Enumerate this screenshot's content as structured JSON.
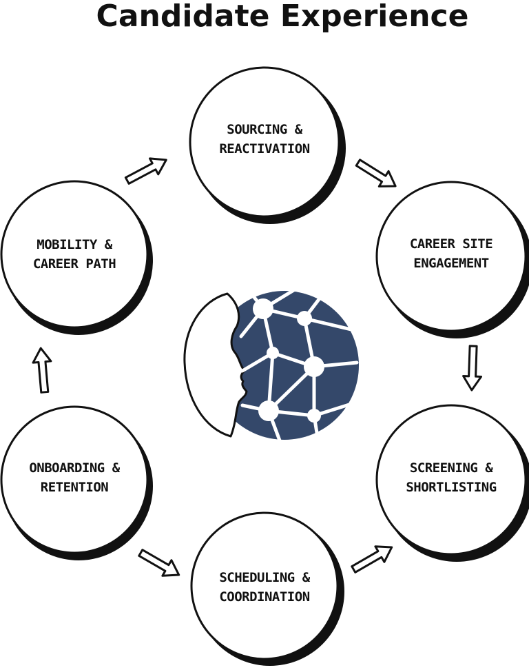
{
  "title": "Candidate Experience",
  "stages": [
    {
      "id": "sourcing",
      "line1": "SOURCING &",
      "line2": "REACTIVATION"
    },
    {
      "id": "career-site",
      "line1": "CAREER SITE",
      "line2": "ENGAGEMENT"
    },
    {
      "id": "screening",
      "line1": "SCREENING &",
      "line2": "SHORTLISTING"
    },
    {
      "id": "scheduling",
      "line1": "SCHEDULING &",
      "line2": "COORDINATION"
    },
    {
      "id": "onboarding",
      "line1": "ONBOARDING &",
      "line2": "RETENTION"
    },
    {
      "id": "mobility",
      "line1": "MOBILITY &",
      "line2": "CAREER PATH"
    }
  ],
  "center_icon": "ai-network-head-icon",
  "colors": {
    "accent": "#34486a",
    "ink": "#111111",
    "paper": "#ffffff"
  }
}
